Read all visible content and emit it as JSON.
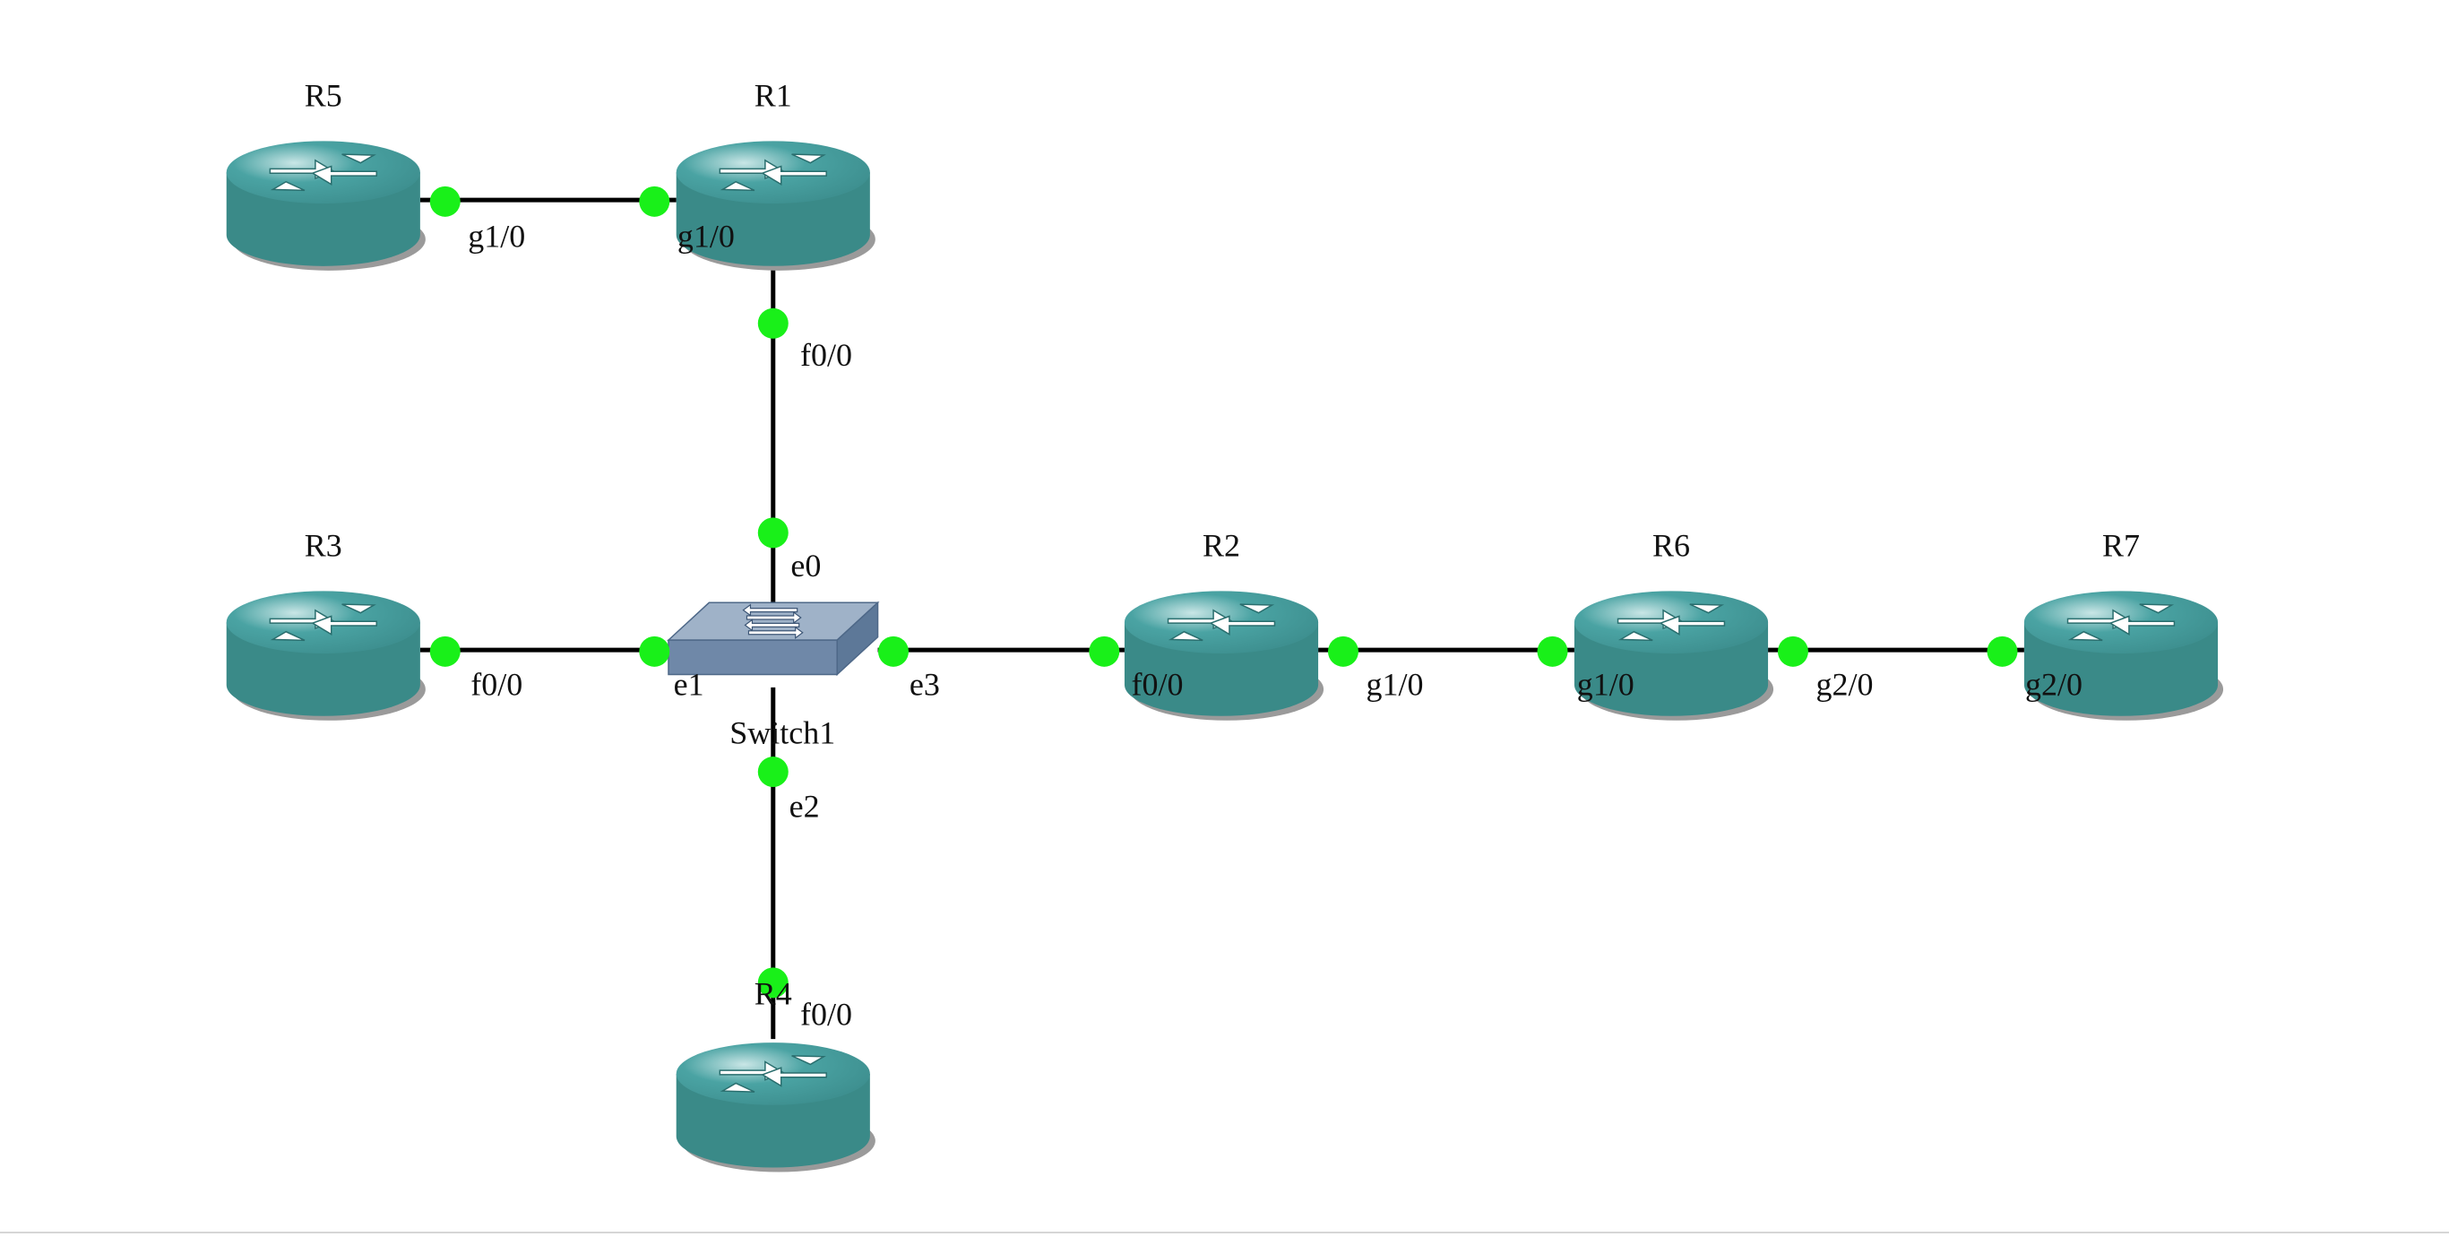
{
  "colors": {
    "router_top": "#4aa3a3",
    "router_side": "#3a8a88",
    "switch_top": "#9fb2c8",
    "switch_side": "#6f88a8",
    "link": "#000000",
    "port_dot": "#19f019"
  },
  "devices": [
    {
      "id": "R5",
      "label": "R5",
      "type": "router"
    },
    {
      "id": "R1",
      "label": "R1",
      "type": "router"
    },
    {
      "id": "R3",
      "label": "R3",
      "type": "router"
    },
    {
      "id": "SW1",
      "label": "Switch1",
      "type": "switch"
    },
    {
      "id": "R2",
      "label": "R2",
      "type": "router"
    },
    {
      "id": "R6",
      "label": "R6",
      "type": "router"
    },
    {
      "id": "R7",
      "label": "R7",
      "type": "router"
    },
    {
      "id": "R4",
      "label": "R4",
      "type": "router"
    }
  ],
  "links": [
    {
      "from": "R5",
      "to": "R1",
      "from_port": "g1/0",
      "to_port": "g1/0"
    },
    {
      "from": "R1",
      "to": "SW1",
      "from_port": "f0/0",
      "to_port": "e0"
    },
    {
      "from": "R3",
      "to": "SW1",
      "from_port": "f0/0",
      "to_port": "e1"
    },
    {
      "from": "SW1",
      "to": "R2",
      "from_port": "e3",
      "to_port": "f0/0"
    },
    {
      "from": "R2",
      "to": "R6",
      "from_port": "g1/0",
      "to_port": "g1/0"
    },
    {
      "from": "R6",
      "to": "R7",
      "from_port": "g2/0",
      "to_port": "g2/0"
    },
    {
      "from": "SW1",
      "to": "R4",
      "from_port": "e2",
      "to_port": "f0/0"
    }
  ]
}
